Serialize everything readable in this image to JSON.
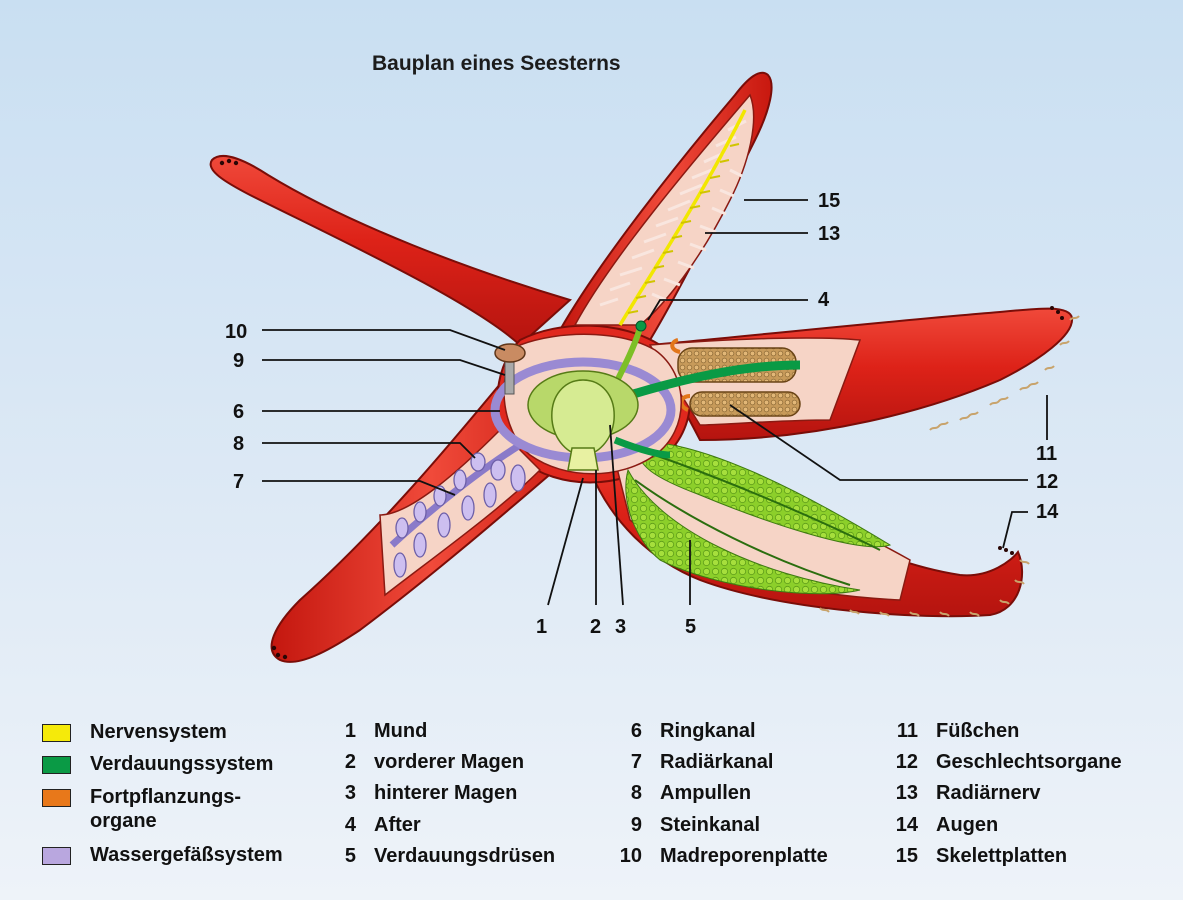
{
  "title": "Bauplan eines Seesterns",
  "colors": {
    "background_top": "#c9dff2",
    "body_red": "#e0231c",
    "body_inner": "#f6d2c2",
    "nerve": "#f2e700",
    "digestive": "#0a9a45",
    "reproductive": "#e2761a",
    "water_vascular": "#b8a6de"
  },
  "legend": [
    {
      "label": "Nervensystem",
      "color": "#f5ea0a"
    },
    {
      "label": "Verdauungssystem",
      "color": "#0a9a45"
    },
    {
      "label": "Fortpflanzungs-\norgane",
      "color": "#e8781a"
    },
    {
      "label": "Wassergefäßsystem",
      "color": "#b9a7df"
    }
  ],
  "callouts": [
    "1",
    "2",
    "3",
    "4",
    "5",
    "6",
    "7",
    "8",
    "9",
    "10",
    "11",
    "12",
    "13",
    "14",
    "15"
  ],
  "key": [
    {
      "num": "1",
      "term": "Mund"
    },
    {
      "num": "2",
      "term": "vorderer Magen"
    },
    {
      "num": "3",
      "term": "hinterer Magen"
    },
    {
      "num": "4",
      "term": "After"
    },
    {
      "num": "5",
      "term": "Verdauungsdrüsen"
    },
    {
      "num": "6",
      "term": "Ringkanal"
    },
    {
      "num": "7",
      "term": "Radiärkanal"
    },
    {
      "num": "8",
      "term": "Ampullen"
    },
    {
      "num": "9",
      "term": "Steinkanal"
    },
    {
      "num": "10",
      "term": "Madreporenplatte"
    },
    {
      "num": "11",
      "term": "Füßchen"
    },
    {
      "num": "12",
      "term": "Geschlechtsorgane"
    },
    {
      "num": "13",
      "term": "Radiärnerv"
    },
    {
      "num": "14",
      "term": "Augen"
    },
    {
      "num": "15",
      "term": "Skelettplatten"
    }
  ]
}
